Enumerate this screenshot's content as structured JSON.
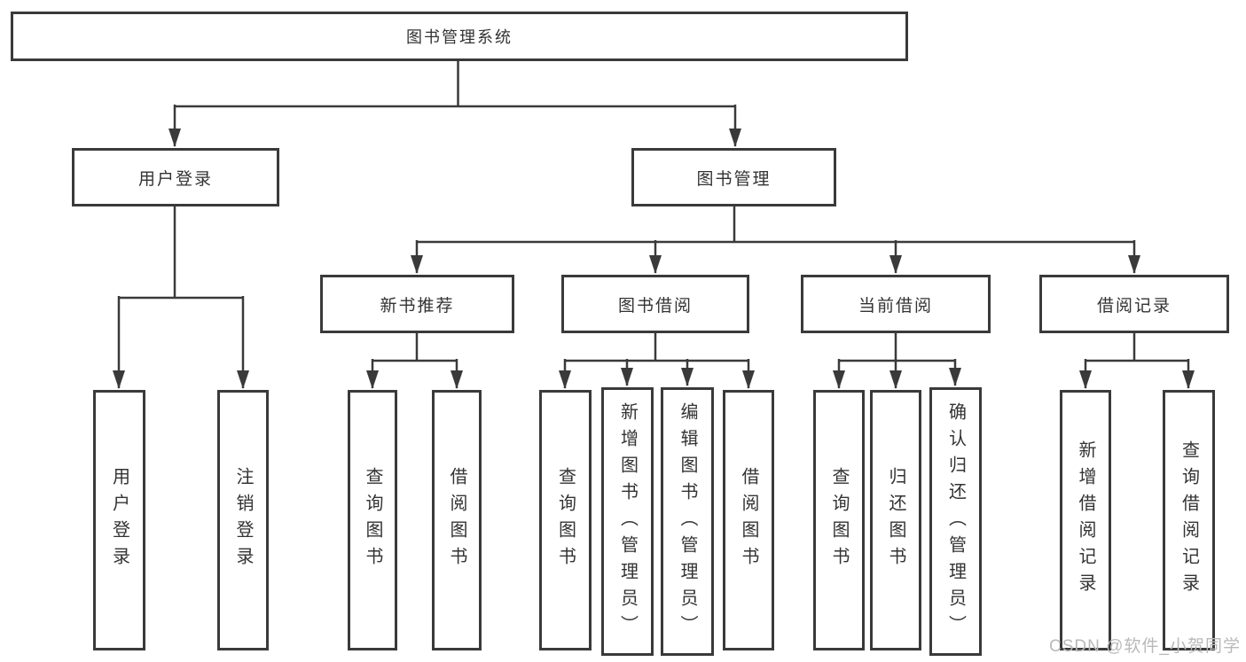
{
  "title": "图书管理系统",
  "colors": {
    "line": "#3a3a3a",
    "text": "#333333",
    "background": "#ffffff",
    "watermark": "#b9b9b9"
  },
  "nodes": {
    "root": "图书管理系统",
    "user_login": "用户登录",
    "book_management": "图书管理",
    "new_book_rec": "新书推荐",
    "book_borrow": "图书借阅",
    "current_borrow": "当前借阅",
    "borrow_records": "借阅记录"
  },
  "leaves": [
    "用户登录",
    "注销登录",
    "查询图书",
    "借阅图书",
    "查询图书",
    "新增图书（管理员）",
    "编辑图书（管理员）",
    "借阅图书",
    "查询图书",
    "归还图书",
    "确认归还（管理员）",
    "新增借阅记录",
    "查询借阅记录"
  ],
  "hierarchy": {
    "图书管理系统": {
      "用户登录": [
        "用户登录",
        "注销登录"
      ],
      "图书管理": {
        "新书推荐": [
          "查询图书",
          "借阅图书"
        ],
        "图书借阅": [
          "查询图书",
          "新增图书（管理员）",
          "编辑图书（管理员）",
          "借阅图书"
        ],
        "当前借阅": [
          "查询图书",
          "归还图书",
          "确认归还（管理员）"
        ],
        "借阅记录": [
          "新增借阅记录",
          "查询借阅记录"
        ]
      }
    }
  },
  "watermark": "CSDN @软件_小贺同学"
}
